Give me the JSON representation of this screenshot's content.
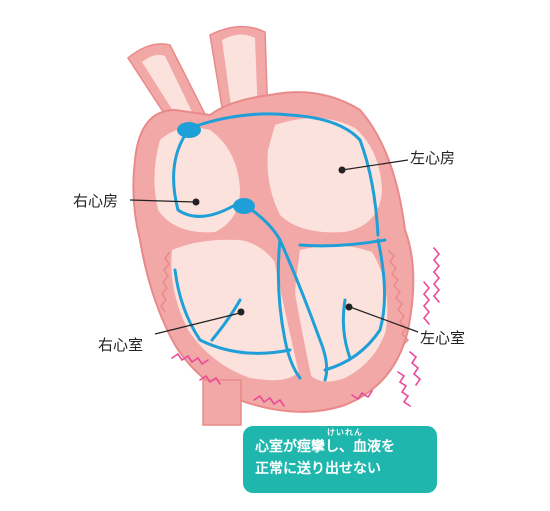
{
  "labels": {
    "right_atrium": "右心房",
    "left_atrium": "左心房",
    "right_ventricle": "右心室",
    "left_ventricle": "左心室"
  },
  "callout": {
    "line1_pre": "心室が",
    "line1_term": "痙攣",
    "line1_post": "し、血液を",
    "ruby": "けいれん",
    "line2": "正常に送り出せない"
  },
  "colors": {
    "heart_wall": "#f2a8a6",
    "heart_outline": "#e98a8a",
    "heart_inner": "#fbe2dc",
    "conduction": "#1f9fd8",
    "tremor": "#e94b9a",
    "callout_bg": "#1fb7ad"
  },
  "icons": {
    "sa_node": "sinoatrial-node",
    "av_node": "atrioventricular-node"
  }
}
